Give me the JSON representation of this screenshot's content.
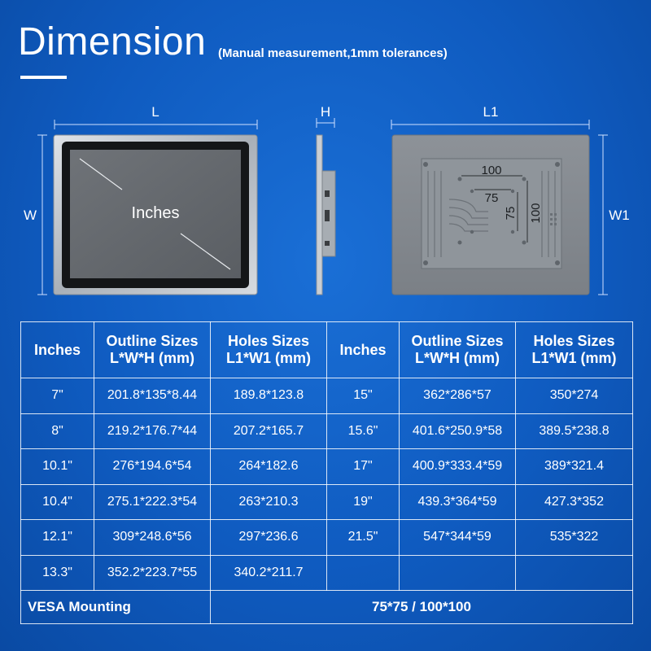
{
  "header": {
    "title": "Dimension",
    "subtitle": "(Manual measurement,1mm tolerances)"
  },
  "figure": {
    "front_width_label": "L",
    "front_height_label": "W",
    "screen_label": "Inches",
    "side_label": "H",
    "back_width_label": "L1",
    "back_height_label": "W1",
    "vesa_h_outer": "100",
    "vesa_h_inner": "75",
    "vesa_v_inner": "75",
    "vesa_v_outer": "100"
  },
  "table": {
    "headers": [
      {
        "line1": "Inches",
        "line2": ""
      },
      {
        "line1": "Outline Sizes",
        "line2": "L*W*H (mm)"
      },
      {
        "line1": "Holes Sizes",
        "line2": "L1*W1 (mm)"
      },
      {
        "line1": "Inches",
        "line2": ""
      },
      {
        "line1": "Outline Sizes",
        "line2": "L*W*H (mm)"
      },
      {
        "line1": "Holes Sizes",
        "line2": "L1*W1 (mm)"
      }
    ],
    "rows": [
      [
        "7\"",
        "201.8*135*8.44",
        "189.8*123.8",
        "15\"",
        "362*286*57",
        "350*274"
      ],
      [
        "8\"",
        "219.2*176.7*44",
        "207.2*165.7",
        "15.6\"",
        "401.6*250.9*58",
        "389.5*238.8"
      ],
      [
        "10.1\"",
        "276*194.6*54",
        "264*182.6",
        "17\"",
        "400.9*333.4*59",
        "389*321.4"
      ],
      [
        "10.4\"",
        "275.1*222.3*54",
        "263*210.3",
        "19\"",
        "439.3*364*59",
        "427.3*352"
      ],
      [
        "12.1\"",
        "309*248.6*56",
        "297*236.6",
        "21.5\"",
        "547*344*59",
        "535*322"
      ],
      [
        "13.3\"",
        "352.2*223.7*55",
        "340.2*211.7",
        "",
        "",
        ""
      ]
    ],
    "vesa_label": "VESA Mounting",
    "vesa_value": "75*75 / 100*100"
  }
}
